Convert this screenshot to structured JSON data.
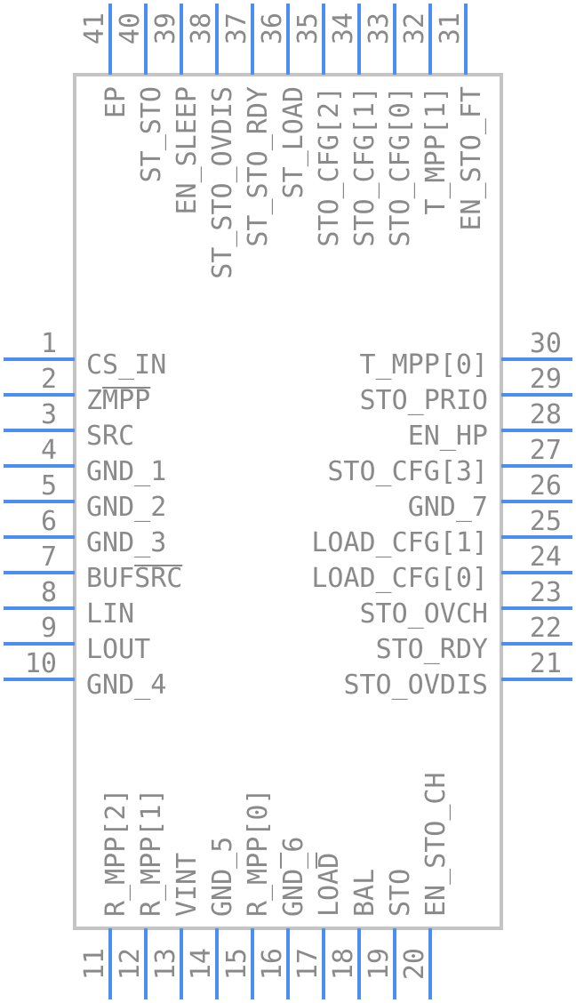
{
  "chip": {
    "left_pins": [
      {
        "number": "1",
        "name": "CS_IN"
      },
      {
        "number": "2",
        "name": "ZMPP"
      },
      {
        "number": "3",
        "name": "SRC"
      },
      {
        "number": "4",
        "name": "GND_1"
      },
      {
        "number": "5",
        "name": "GND_2"
      },
      {
        "number": "6",
        "name": "GND_3"
      },
      {
        "number": "7",
        "name": "BUFSRC"
      },
      {
        "number": "8",
        "name": "LIN"
      },
      {
        "number": "9",
        "name": "LOUT"
      },
      {
        "number": "10",
        "name": "GND_4"
      }
    ],
    "bottom_pins": [
      {
        "number": "11",
        "name": "R_MPP[2]"
      },
      {
        "number": "12",
        "name": "R_MPP[1]"
      },
      {
        "number": "13",
        "name": "VINT"
      },
      {
        "number": "14",
        "name": "GND_5"
      },
      {
        "number": "15",
        "name": "R_MPP[0]"
      },
      {
        "number": "16",
        "name": "GND_6"
      },
      {
        "number": "17",
        "name": "LOAD"
      },
      {
        "number": "18",
        "name": "BAL"
      },
      {
        "number": "19",
        "name": "STO"
      },
      {
        "number": "20",
        "name": "EN_STO_CH"
      }
    ],
    "right_pins": [
      {
        "number": "21",
        "name": "STO_OVDIS"
      },
      {
        "number": "22",
        "name": "STO_RDY"
      },
      {
        "number": "23",
        "name": "STO_OVCH"
      },
      {
        "number": "24",
        "name": "LOAD_CFG[0]"
      },
      {
        "number": "25",
        "name": "LOAD_CFG[1]"
      },
      {
        "number": "26",
        "name": "GND_7"
      },
      {
        "number": "27",
        "name": "STO_CFG[3]"
      },
      {
        "number": "28",
        "name": "EN_HP"
      },
      {
        "number": "29",
        "name": "STO_PRIO"
      },
      {
        "number": "30",
        "name": "T_MPP[0]"
      }
    ],
    "top_pins": [
      {
        "number": "31",
        "name": "EN_STO_FT"
      },
      {
        "number": "32",
        "name": "T_MPP[1]"
      },
      {
        "number": "33",
        "name": "STO_CFG[0]"
      },
      {
        "number": "34",
        "name": "STO_CFG[1]"
      },
      {
        "number": "35",
        "name": "STO_CFG[2]"
      },
      {
        "number": "36",
        "name": "ST_LOAD"
      },
      {
        "number": "37",
        "name": "ST_STO_RDY"
      },
      {
        "number": "38",
        "name": "ST_STO_OVDIS"
      },
      {
        "number": "39",
        "name": "EN_SLEEP"
      },
      {
        "number": "40",
        "name": "ST_STO"
      },
      {
        "number": "41",
        "name": "EP"
      }
    ]
  },
  "colors": {
    "pin_line": "#4d8fee",
    "body_outline": "#c4c4c4",
    "text": "#8a8a8a"
  }
}
